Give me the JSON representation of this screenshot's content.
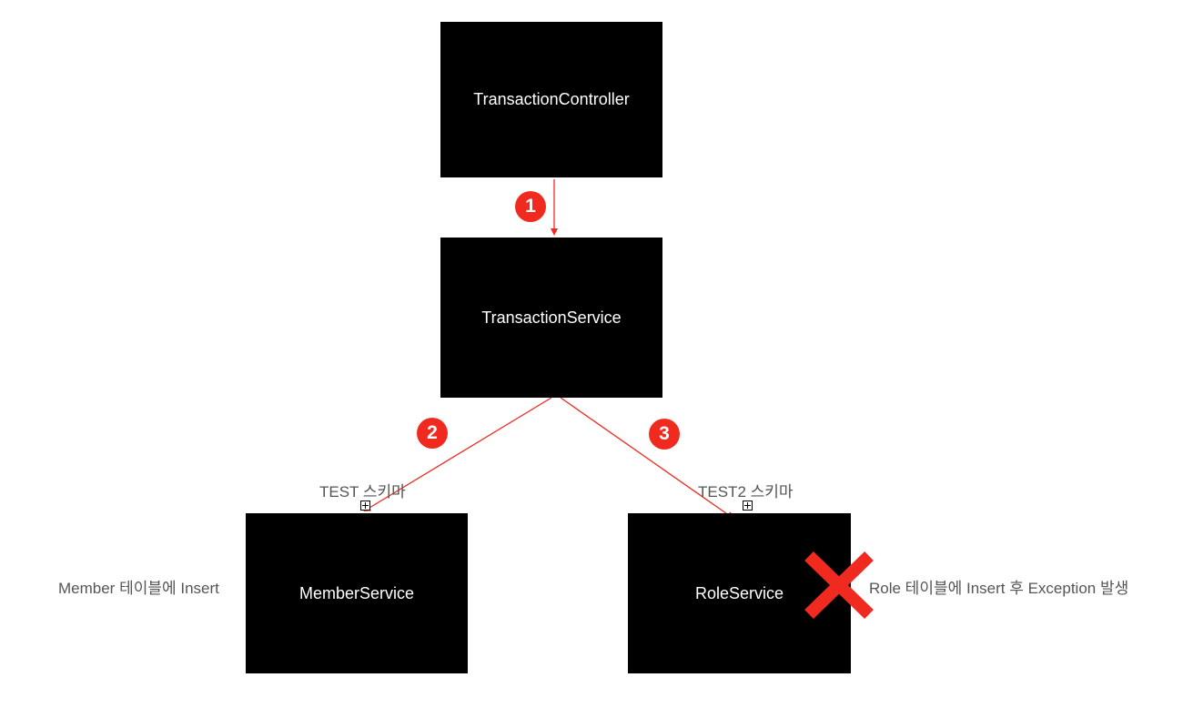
{
  "nodes": {
    "controller": "TransactionController",
    "service": "TransactionService",
    "member": "MemberService",
    "role": "RoleService"
  },
  "steps": [
    "1",
    "2",
    "3"
  ],
  "schemas": {
    "test": "TEST 스키마",
    "test2": "TEST2 스키마"
  },
  "notes": {
    "member": "Member 테이블에 Insert",
    "role": "Role 테이블에 Insert 후 Exception 발생"
  },
  "icons": {
    "error": "x-cross-icon",
    "marker": "plus-box-icon"
  },
  "colors": {
    "node": "#000000",
    "node_text": "#ffffff",
    "arrow": "#f02a1e",
    "step_badge": "#f02a1e",
    "label_text": "#555555",
    "error_cross": "#f02a1e"
  }
}
